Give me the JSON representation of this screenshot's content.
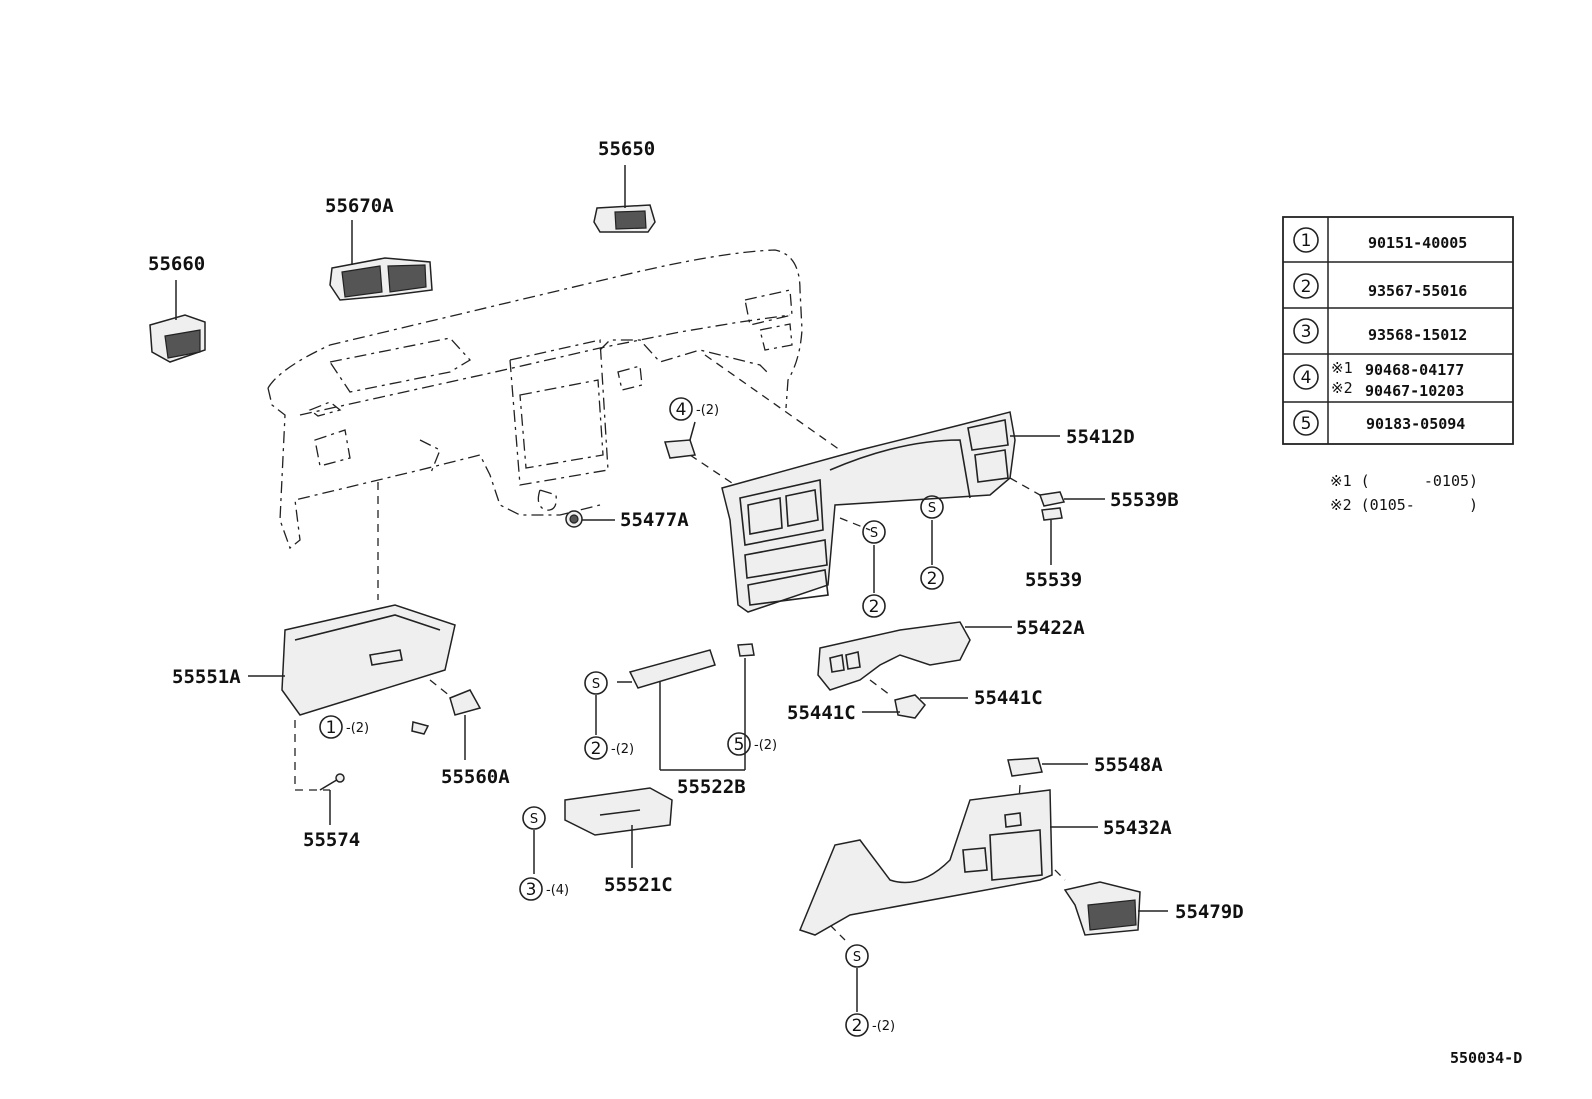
{
  "labels": {
    "p55650": "55650",
    "p55670A": "55670A",
    "p55660": "55660",
    "p55412D": "55412D",
    "p55539B": "55539B",
    "p55539": "55539",
    "p55477A": "55477A",
    "p55422A": "55422A",
    "p55441C_right": "55441C",
    "p55441C_left": "55441C",
    "p55551A": "55551A",
    "p55560A": "55560A",
    "p55574": "55574",
    "p55522B": "55522B",
    "p55521C": "55521C",
    "p55548A": "55548A",
    "p55432A": "55432A",
    "p55479D": "55479D"
  },
  "callouts": {
    "c4": {
      "num": "4",
      "qty": "-(2)"
    },
    "c1": {
      "num": "1",
      "qty": "-(2)"
    },
    "c2a": {
      "num": "2",
      "qty": "-(2)"
    },
    "c5": {
      "num": "5",
      "qty": "-(2)"
    },
    "c3": {
      "num": "3",
      "qty": "-(4)"
    },
    "c2b": {
      "num": "2",
      "qty": "-(2)"
    },
    "c2c": {
      "num": "2"
    },
    "c2d": {
      "num": "2"
    },
    "s": "S"
  },
  "table": {
    "rows": [
      {
        "num": "1",
        "lines": [
          "90151-40005"
        ]
      },
      {
        "num": "2",
        "lines": [
          "93567-55016"
        ]
      },
      {
        "num": "3",
        "lines": [
          "93568-15012"
        ]
      },
      {
        "num": "4",
        "marks": [
          "※1",
          "※2"
        ],
        "lines": [
          "90468-04177",
          "90467-10203"
        ]
      },
      {
        "num": "5",
        "lines": [
          "90183-05094"
        ]
      }
    ]
  },
  "notes": [
    "※1 (      -0105)",
    "※2 (0105-      )"
  ],
  "diagram_code": "550034-D"
}
